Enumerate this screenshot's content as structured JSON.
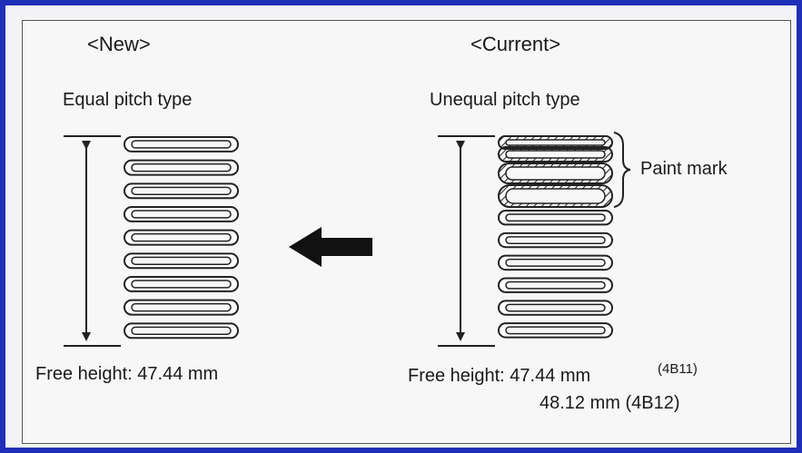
{
  "left_panel": {
    "heading": "<New>",
    "type_label": "Equal pitch type",
    "free_height": "Free height: 47.44 mm"
  },
  "right_panel": {
    "heading": "<Current>",
    "type_label": "Unequal pitch type",
    "paint_mark": "Paint mark",
    "free_height": "Free height: 47.44 mm",
    "variant_1": "(4B11)",
    "free_height_2": "48.12 mm (4B12)"
  },
  "colors": {
    "frame_border": "#1f2fb8",
    "line": "#222222"
  },
  "icons": {
    "arrow": "left-arrow-icon",
    "dimension": "dimension-arrow-icon",
    "spring": "coil-spring-icon",
    "brace": "right-brace-icon"
  }
}
